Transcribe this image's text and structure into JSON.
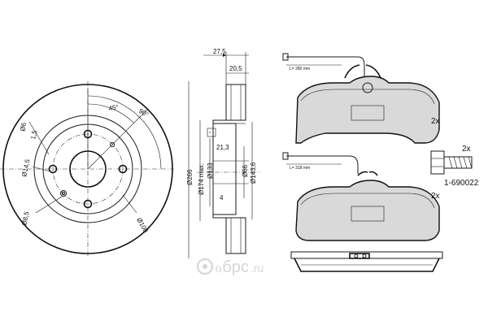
{
  "disc_front": {
    "angle_45": "45°",
    "angle_90": "90°",
    "dim_hole_6": "Ø6",
    "dim_1_5": "1,5",
    "dim_14_5": "Ø14,5",
    "dim_8_5": "Ø8,5",
    "dim_108": "Ø108"
  },
  "disc_section": {
    "dim_27_5": "27,5",
    "dim_20_5": "20,5",
    "dim_266": "Ø266",
    "dim_174": "Ø174 max.",
    "dim_133": "Ø133",
    "dim_21_3": "21,3",
    "dim_4": "4",
    "dim_66": "Ø66",
    "dim_143_6": "Ø143,6"
  },
  "pads": {
    "sensor_top_length": "L= 280 mm",
    "sensor_bottom_length": "L= 318 mm",
    "qty_top": "2x",
    "qty_bottom": "2x"
  },
  "bolt": {
    "qty": "2x",
    "part_number": "1-690022"
  },
  "watermark": {
    "brand": "ℴбрс",
    "domain": ".ru"
  }
}
